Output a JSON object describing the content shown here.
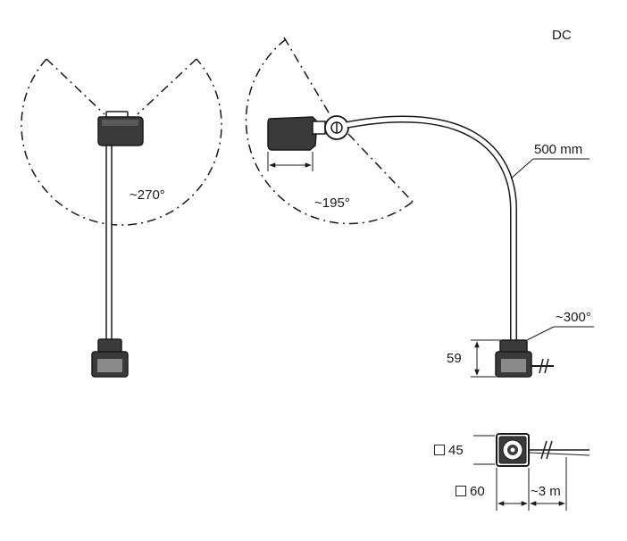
{
  "header": {
    "variant": "DC"
  },
  "labels": {
    "rotation_left": "~270°",
    "rotation_head": "~195°",
    "arm_length": "500 mm",
    "base_rotation": "~300°",
    "base_height": "59",
    "base_width_top": "45",
    "base_width_bottom": "60",
    "cable_length": "~3 m"
  },
  "colors": {
    "line": "#1a1a1a",
    "lamp_fill": "#3a3a3a",
    "lamp_highlight": "#6a6a6a"
  }
}
